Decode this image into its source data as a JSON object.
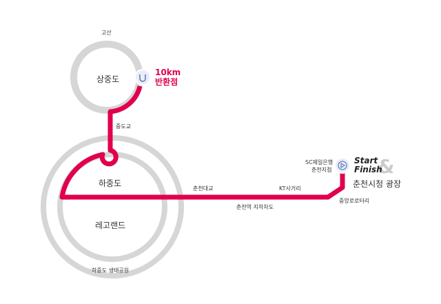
{
  "colors": {
    "route": "#e0004d",
    "ring": "#d3d3d3"
  },
  "places": {
    "gosan": "고산",
    "sangjungdo": "상중도",
    "turn_distance": "10km",
    "turn_label": "반환점",
    "jungdogyo": "중도교",
    "hajungdo": "하중도",
    "legoland": "레고랜드",
    "hajungdo_park": "하중도 생태공원",
    "chuncheon_bridge": "춘천대교",
    "kt_street": "KT사거리",
    "station_underpass": "춘천역 지하차도",
    "rotary": "중앙로로터리",
    "sc_bank_1": "SC제일은행",
    "sc_bank_2": "춘천지점",
    "start": "Start",
    "finish": "Finish",
    "amp": "&",
    "city_hall": "춘천시청 광장"
  },
  "icons": {
    "turn": "u-turn-icon",
    "start": "play-icon"
  }
}
